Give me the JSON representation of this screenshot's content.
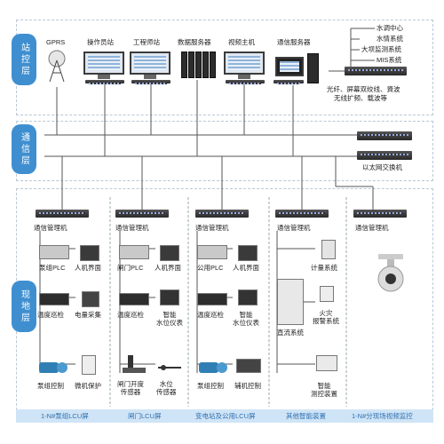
{
  "layers": {
    "station": "站控层",
    "comm": "通信层",
    "field": "现地层"
  },
  "top_devices": {
    "gprs": "GPRS",
    "operator": "操作员站",
    "engineer": "工程师站",
    "data_server": "数据服务器",
    "video_host": "视频主机",
    "comm_server": "通信服务器"
  },
  "right_systems": [
    "水调中心",
    "水情系统",
    "大坝监测系统",
    "MIS系统"
  ],
  "link_note": [
    "光纤、屏幕双绞线、資波",
    "无线扩频、载波等"
  ],
  "switch_label": "以太网交换机",
  "comm_manager": "通信管理机",
  "col1": {
    "plc": "泵组PLC",
    "hmi": "人机界面",
    "temp": "温度巡检",
    "power": "电量采集",
    "pump": "泵组控制",
    "micro": "微机保护"
  },
  "col2": {
    "plc": "闸门PLC",
    "hmi": "人机界面",
    "temp": "温度巡检",
    "meter": "智能\n水位仪表",
    "gate_sensor": "闸门开度\n传感器",
    "level_sensor": "水位\n传感器"
  },
  "col3": {
    "plc": "公用PLC",
    "hmi": "人机界面",
    "temp": "温度巡检",
    "meter": "智能\n水位仪表",
    "pump": "泵组控制",
    "aux": "辅机控制"
  },
  "col4": {
    "meter_sys": "计量系统",
    "dc": "直流系统",
    "fire": "火灾\n报警系统",
    "smart": "智能\n测控装置"
  },
  "bottom": [
    "1-N#泵组LCU屏",
    "闸门LCU屏",
    "变电站及公用LCU屏",
    "其他智能装置",
    "1-N#分现场视频监控"
  ],
  "colors": {
    "tab": "#3f8fd0",
    "bottom_bar": "#cfe4f6",
    "bottom_text": "#2f6fb0"
  }
}
